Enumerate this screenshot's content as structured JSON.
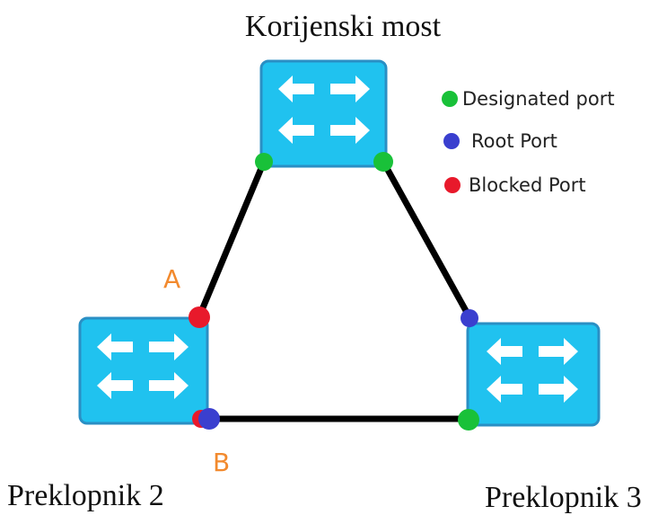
{
  "title": "Korijenski most",
  "switches": {
    "root": {
      "label": "Korijenski most"
    },
    "left": {
      "label": "Preklopnik 2"
    },
    "right": {
      "label": "Preklopnik 3"
    }
  },
  "port_labels": {
    "a": "A",
    "b": "B"
  },
  "legend": [
    {
      "label": "Designated port",
      "color": "#19c139"
    },
    {
      "label": "Root Port",
      "color": "#3a3fcf"
    },
    {
      "label": "Blocked Port",
      "color": "#e8192b"
    }
  ],
  "colors": {
    "switch_fill": "#20c2ef",
    "switch_border": "#2a8fc4",
    "link": "#000000",
    "port_letter": "#f28a2e",
    "designated": "#19c139",
    "root": "#3a3fcf",
    "blocked": "#e8192b"
  }
}
